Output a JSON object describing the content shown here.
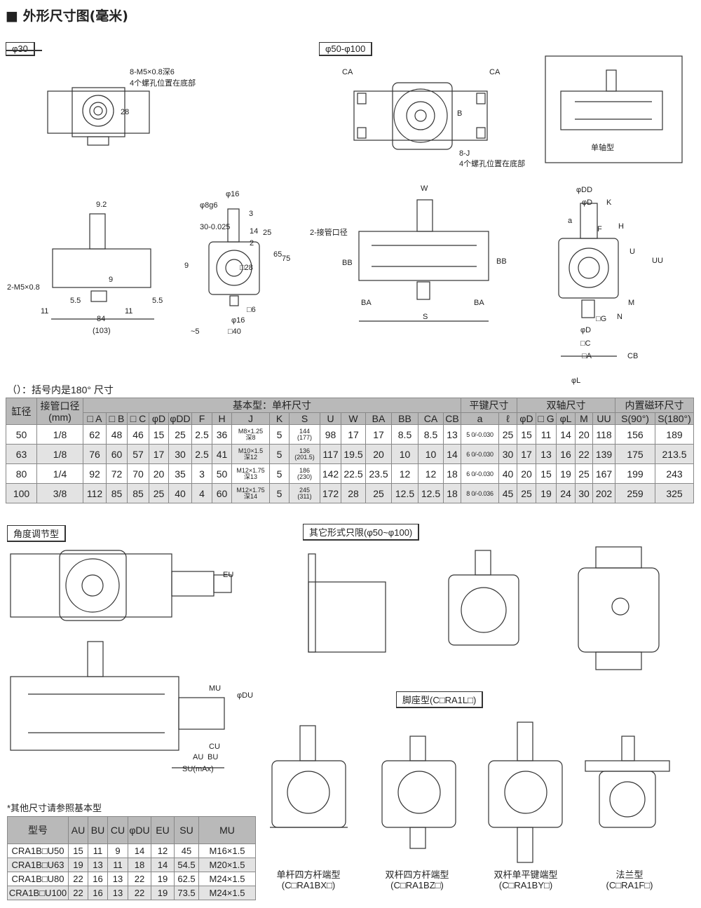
{
  "title": "■ 外形尺寸图(毫米)",
  "sections": {
    "phi30": "φ30",
    "phi50_100": "φ50-φ100",
    "single_shaft": "单轴型",
    "angle_adjust": "角度调节型",
    "other_forms": "其它形式只限(φ50~φ100)",
    "foot_type": "脚座型(C□RA1L□)"
  },
  "labels": {
    "m5_depth": "8-M5×0.8深6",
    "bottom_holes": "4个螺孔位置在底部",
    "d28": "28",
    "ca": "CA",
    "b": "B",
    "j8": "8-J",
    "bottom_holes2": "4个螺孔位置在底部",
    "d92": "9.2",
    "d9": "9",
    "m5_2": "2-M5×0.8",
    "d55": "5.5",
    "d11": "11",
    "d84": "84",
    "d103": "(103)",
    "phi16": "φ16",
    "phi8g6": "φ8g6",
    "d3": "3",
    "tol": "30-0.025",
    "d14": "14",
    "d25": "25",
    "d2": "2",
    "d65": "65",
    "d75": "75",
    "sq28": "□28",
    "sq6": "□6",
    "tilde5": "~5",
    "sq40": "□40",
    "w": "W",
    "port": "2-接管口径",
    "bb": "BB",
    "ba": "BA",
    "s": "S",
    "phidd": "φDD",
    "phid": "φD",
    "k": "K",
    "a": "a",
    "f": "F",
    "h": "H",
    "u": "U",
    "uu": "UU",
    "m": "M",
    "n": "N",
    "sqg": "□G",
    "sqc": "□C",
    "sqa": "□A",
    "cb": "CB",
    "phil": "φL",
    "eu": "EU",
    "mu": "MU",
    "phidu": "φDU",
    "cu": "CU",
    "au": "AU",
    "bu": "BU",
    "su": "SU(mAx)"
  },
  "note_180": "（）：括号内是180° 尺寸",
  "main_table": {
    "group_headers": [
      "缸径",
      "接管口径\n(mm)",
      "基本型：单杆尺寸",
      "平键尺寸",
      "双轴尺寸",
      "内置磁环尺寸"
    ],
    "columns": [
      "□ A",
      "□ B",
      "□ C",
      "φD",
      "φDD",
      "F",
      "H",
      "J",
      "K",
      "S",
      "U",
      "W",
      "BA",
      "BB",
      "CA",
      "CB",
      "a",
      "ℓ",
      "φD",
      "□ G",
      "φL",
      "M",
      "UU",
      "S(90°)",
      "S(180°)"
    ],
    "rows": [
      [
        "50",
        "1/8",
        "62",
        "48",
        "46",
        "15",
        "25",
        "2.5",
        "36",
        "M8×1.25\n深8",
        "5",
        "144\n(177)",
        "98",
        "17",
        "17",
        "8.5",
        "8.5",
        "13",
        "5 0/-0.030",
        "25",
        "15",
        "11",
        "14",
        "20",
        "118",
        "156",
        "189"
      ],
      [
        "63",
        "1/8",
        "76",
        "60",
        "57",
        "17",
        "30",
        "2.5",
        "41",
        "M10×1.5\n深12",
        "5",
        "136\n(201.5)",
        "117",
        "19.5",
        "20",
        "10",
        "10",
        "14",
        "6 0/-0.030",
        "30",
        "17",
        "13",
        "16",
        "22",
        "139",
        "175",
        "213.5"
      ],
      [
        "80",
        "1/4",
        "92",
        "72",
        "70",
        "20",
        "35",
        "3",
        "50",
        "M12×1.75\n深13",
        "5",
        "186\n(230)",
        "142",
        "22.5",
        "23.5",
        "12",
        "12",
        "18",
        "6 0/-0.030",
        "40",
        "20",
        "15",
        "19",
        "25",
        "167",
        "199",
        "243"
      ],
      [
        "100",
        "3/8",
        "112",
        "85",
        "85",
        "25",
        "40",
        "4",
        "60",
        "M12×1.75\n深14",
        "5",
        "245\n(311)",
        "172",
        "28",
        "25",
        "12.5",
        "12.5",
        "18",
        "8 0/-0.036",
        "45",
        "25",
        "19",
        "24",
        "30",
        "202",
        "259",
        "325"
      ]
    ]
  },
  "other_note": "*其他尺寸请参照基本型",
  "u_table": {
    "columns": [
      "型号",
      "AU",
      "BU",
      "CU",
      "φDU",
      "EU",
      "SU",
      "MU"
    ],
    "rows": [
      [
        "CRA1B□U50",
        "15",
        "11",
        "9",
        "14",
        "12",
        "45",
        "M16×1.5"
      ],
      [
        "CRA1B□U63",
        "19",
        "13",
        "11",
        "18",
        "14",
        "54.5",
        "M20×1.5"
      ],
      [
        "CRA1B□U80",
        "22",
        "16",
        "13",
        "22",
        "19",
        "62.5",
        "M24×1.5"
      ],
      [
        "CRA1B□U100",
        "22",
        "16",
        "13",
        "22",
        "19",
        "73.5",
        "M24×1.5"
      ]
    ]
  },
  "captions": [
    {
      "name": "单杆四方杆端型",
      "code": "(C□RA1BX□)"
    },
    {
      "name": "双杆四方杆端型",
      "code": "(C□RA1BZ□)"
    },
    {
      "name": "双杆单平键端型",
      "code": "(C□RA1BY□)"
    },
    {
      "name": "法兰型",
      "code": "(C□RA1F□)"
    }
  ]
}
